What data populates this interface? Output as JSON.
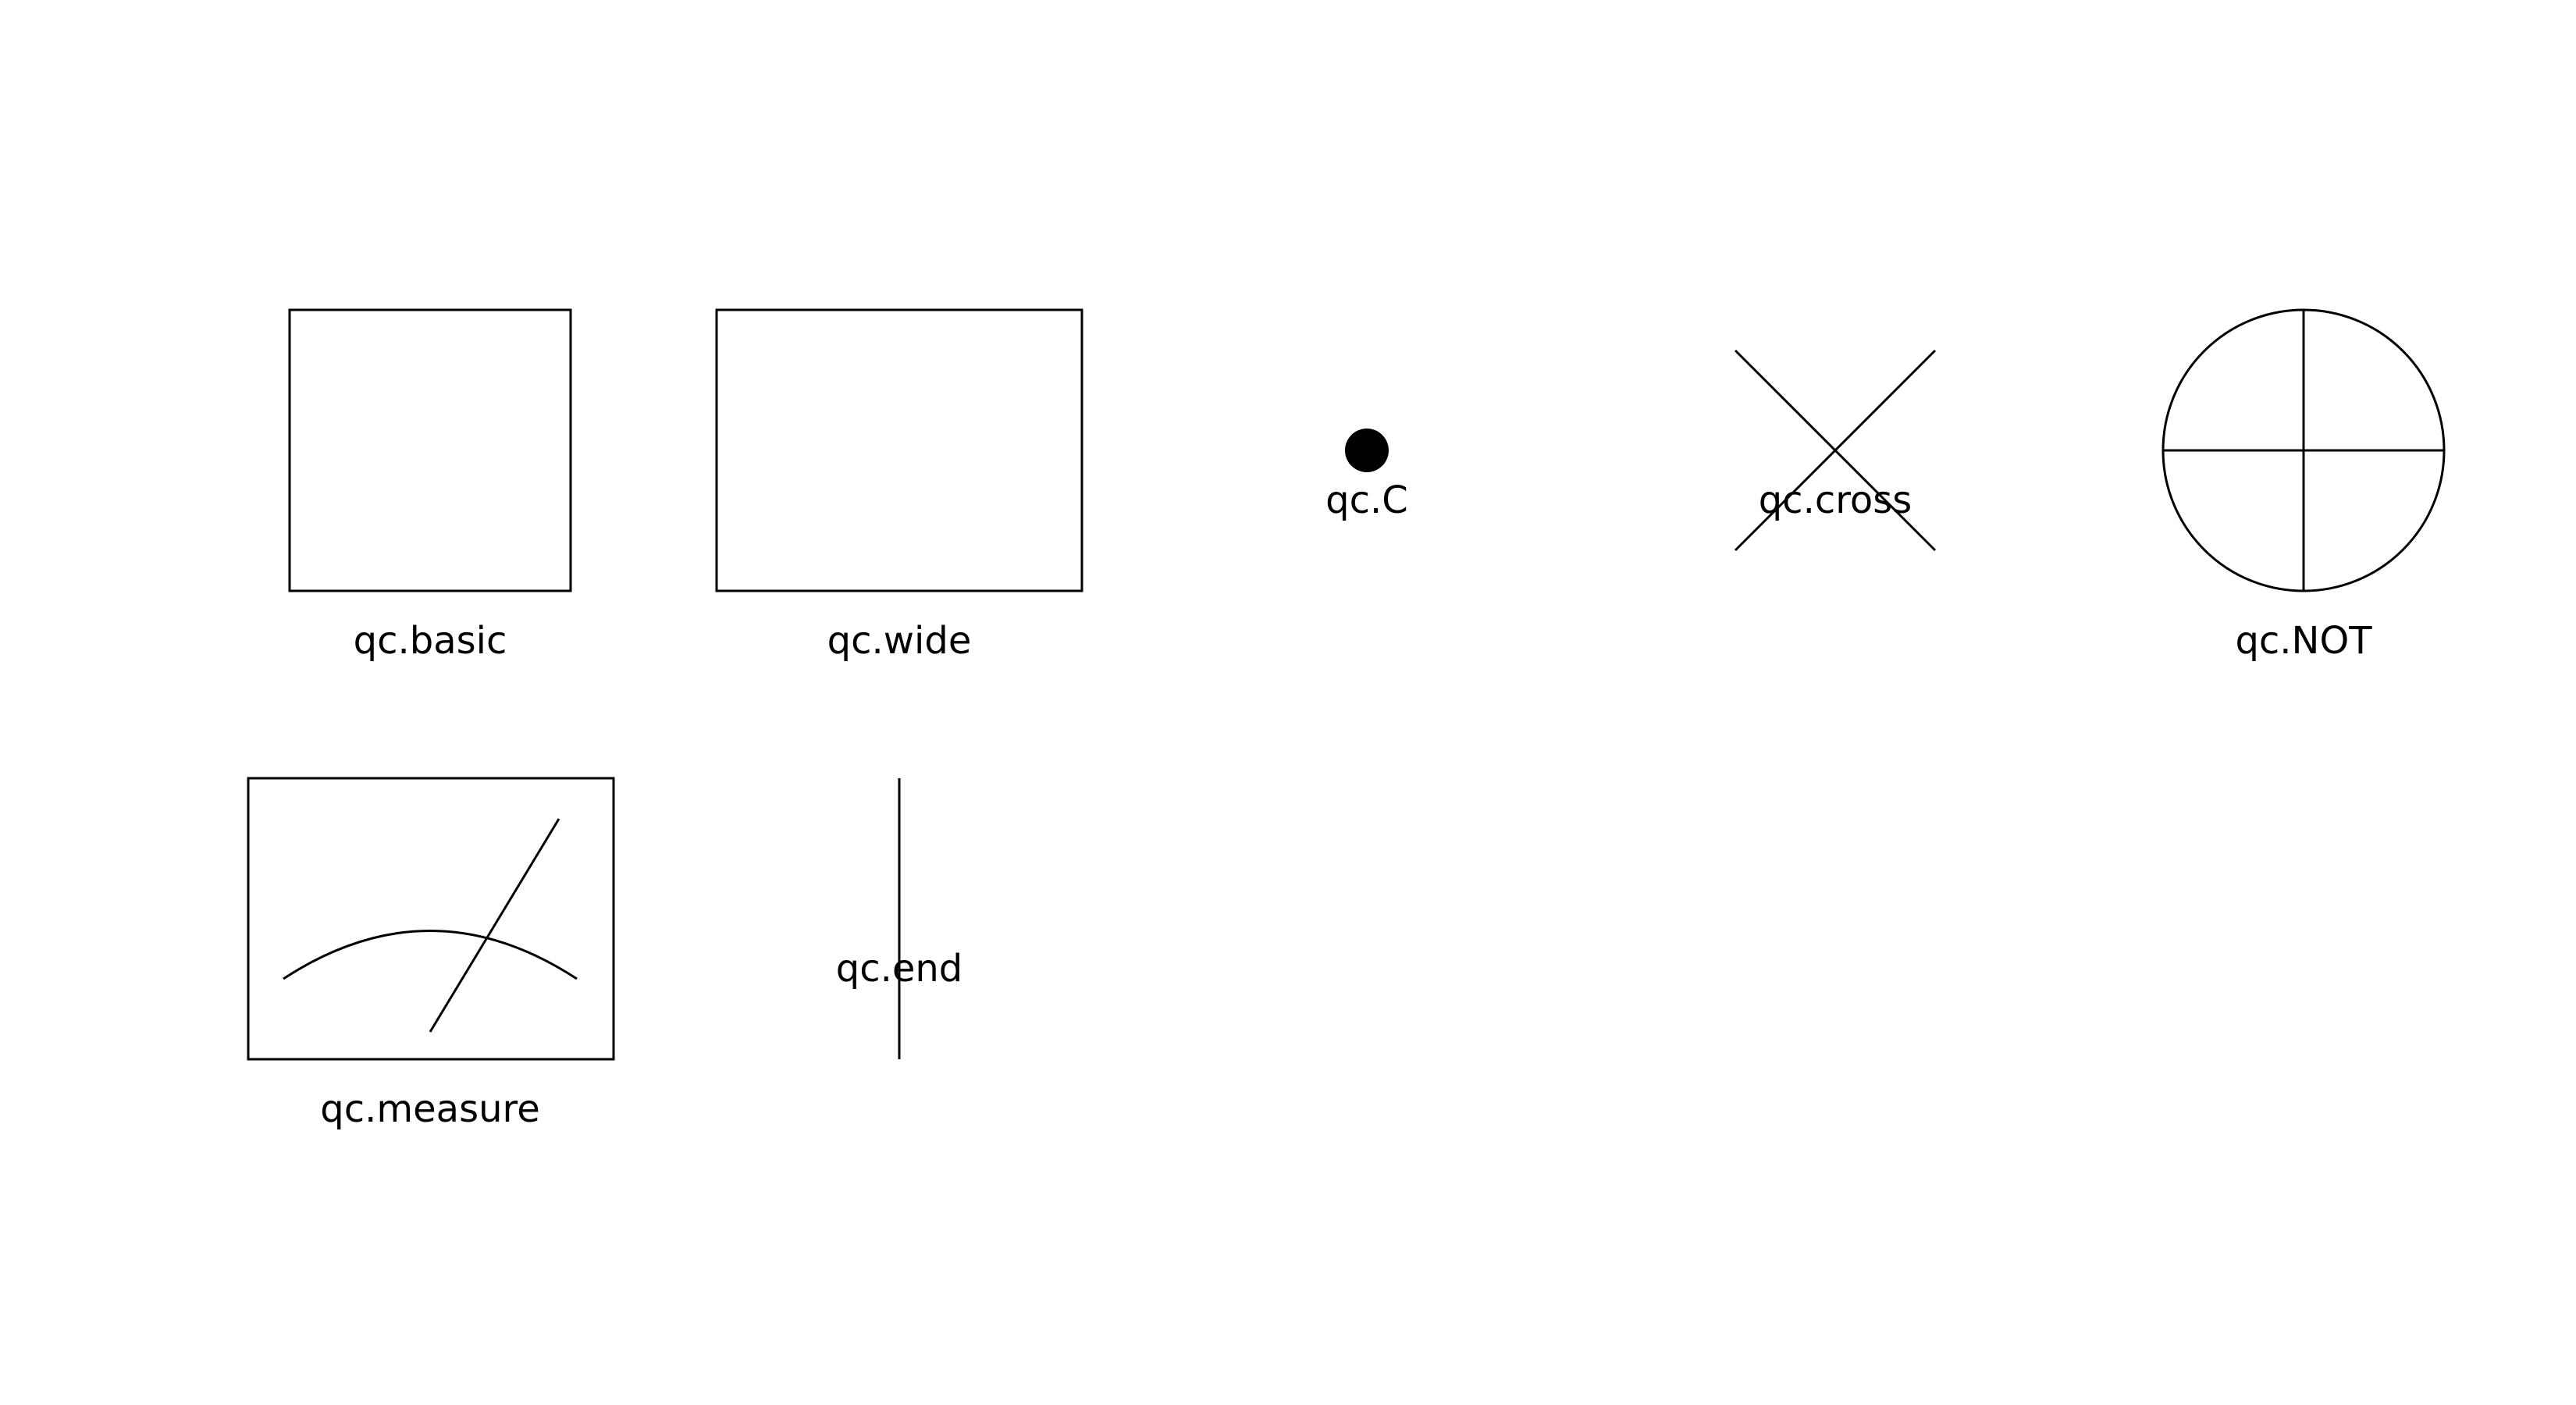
{
  "symbols": [
    {
      "id": "basic",
      "label": "qc.basic"
    },
    {
      "id": "wide",
      "label": "qc.wide"
    },
    {
      "id": "control",
      "label": "qc.C"
    },
    {
      "id": "cross",
      "label": "qc.cross"
    },
    {
      "id": "not",
      "label": "qc.NOT"
    },
    {
      "id": "measure",
      "label": "qc.measure"
    },
    {
      "id": "end",
      "label": "qc.end"
    }
  ],
  "colors": {
    "stroke": "#000000",
    "background": "#ffffff"
  }
}
